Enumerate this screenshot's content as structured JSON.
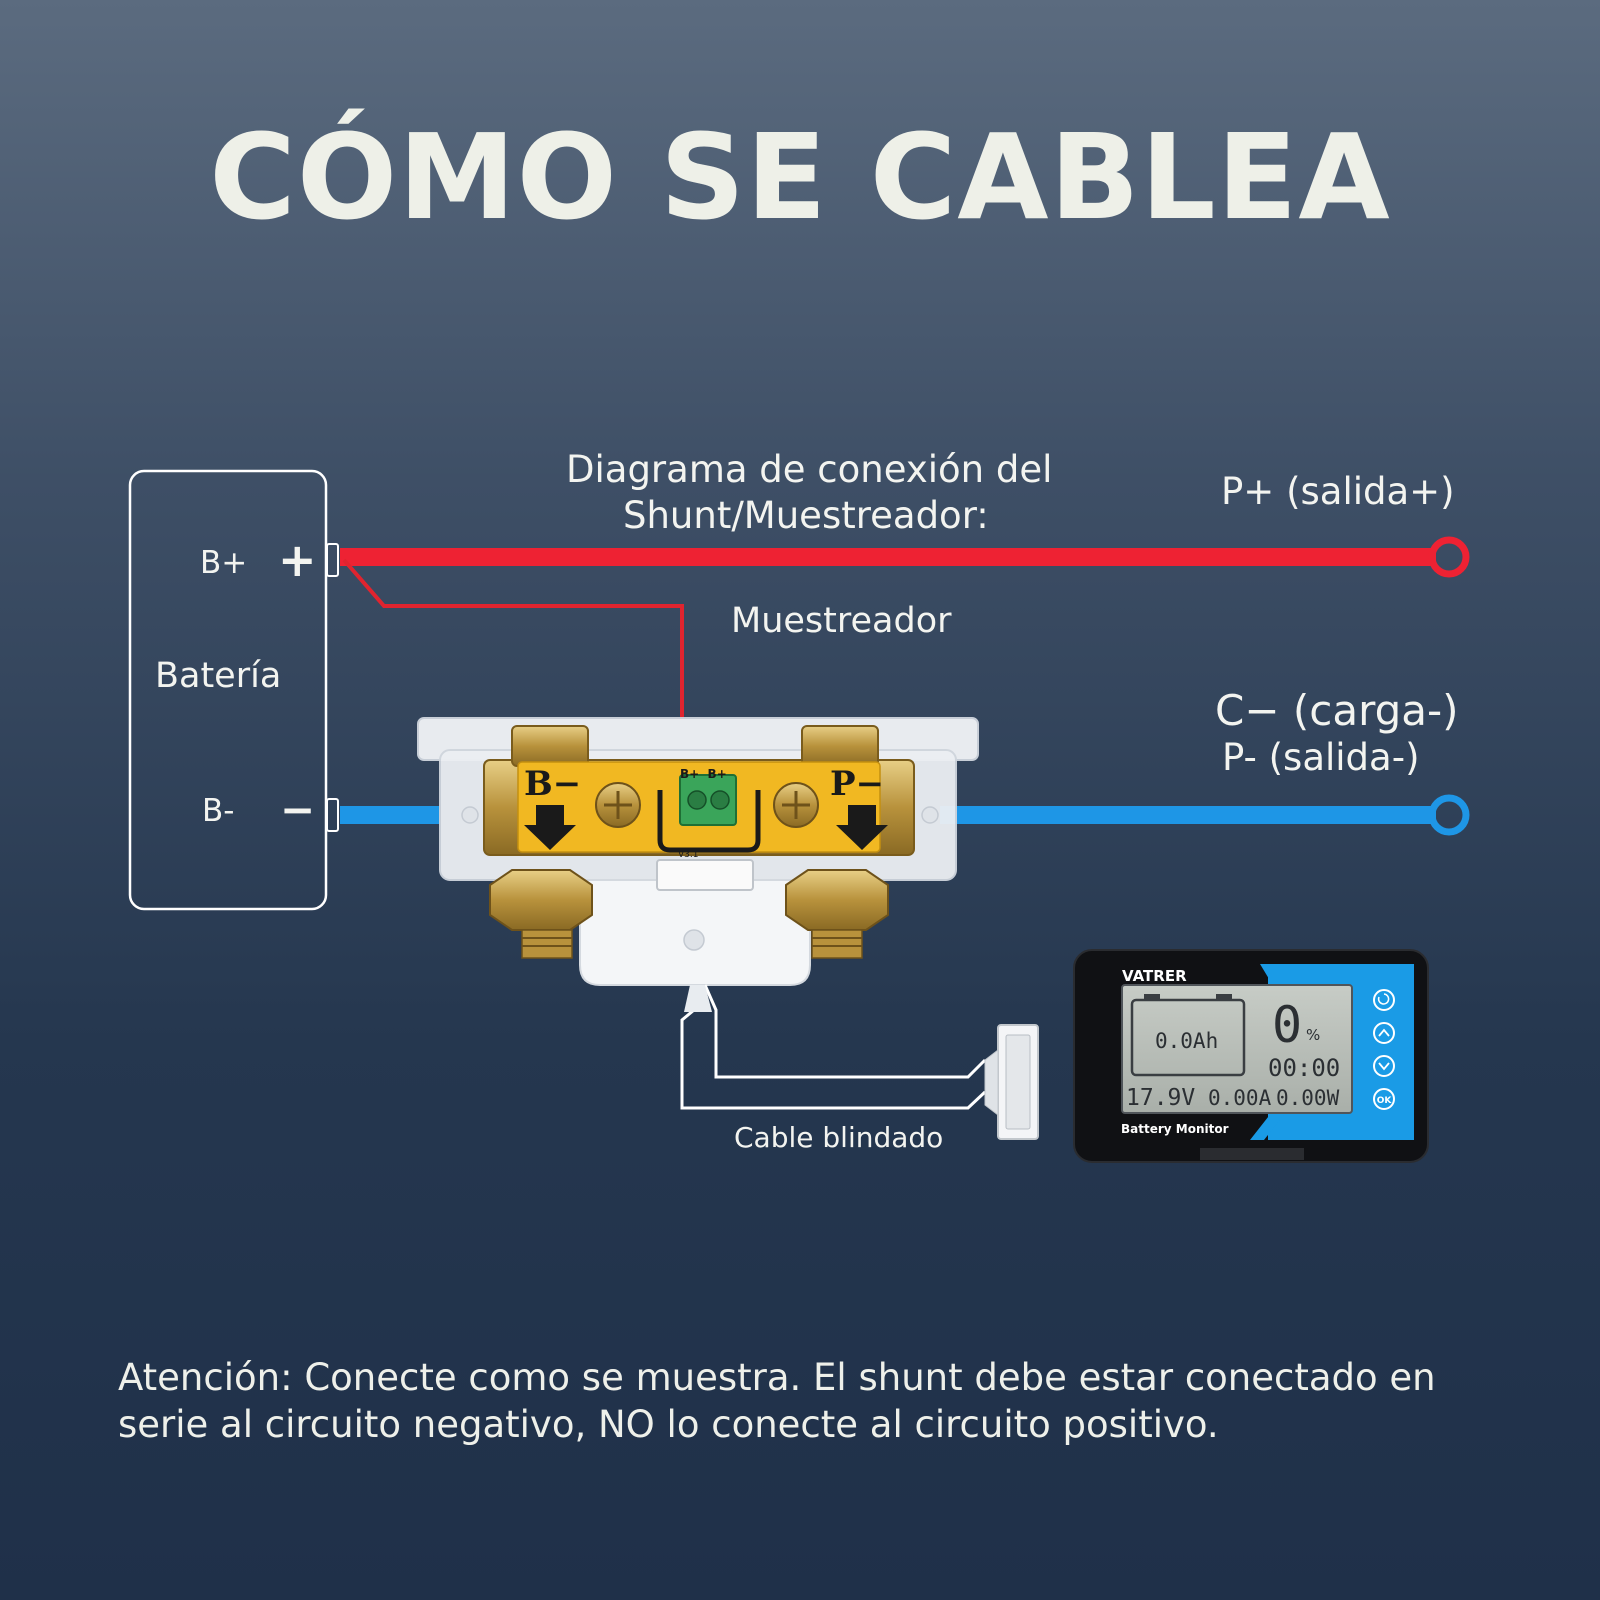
{
  "title": "CÓMO SE CABLEA",
  "diagram": {
    "heading_line1": "Diagrama de conexión del",
    "heading_line2": "Shunt/Muestreador:",
    "battery": {
      "label": "Batería",
      "pos_terminal": "B+",
      "neg_terminal": "B-",
      "plus_sign": "+",
      "minus_sign": "−"
    },
    "p_plus": "P+ (salida+)",
    "sampler": "Muestreador",
    "c_minus": "C− (carga-)",
    "p_minus": "P- (salida-)",
    "cable": "Cable blindado",
    "shunt": {
      "left_mark": "B−",
      "right_mark": "P−",
      "connector_pins": "B+  B+",
      "version": "V3.1"
    },
    "monitor": {
      "brand": "VATRER",
      "capacity": "0.0Ah",
      "percent": "0",
      "percent_unit": "%",
      "time": "00:00",
      "voltage": "17.9V",
      "current": "0.00A",
      "power": "0.00W",
      "footer": "Battery Monitor",
      "button_icons": [
        "back-icon",
        "up-icon",
        "down-icon",
        "ok-icon"
      ],
      "ok_label": "OK"
    },
    "colors": {
      "positive_wire": "#ee2233",
      "negative_wire": "#1e96e6",
      "outline": "#ffffff"
    }
  },
  "note": {
    "line1": "Atención: Conecte como se muestra. El shunt debe estar conectado en",
    "line2": "serie al circuito negativo, NO lo conecte al circuito positivo."
  }
}
